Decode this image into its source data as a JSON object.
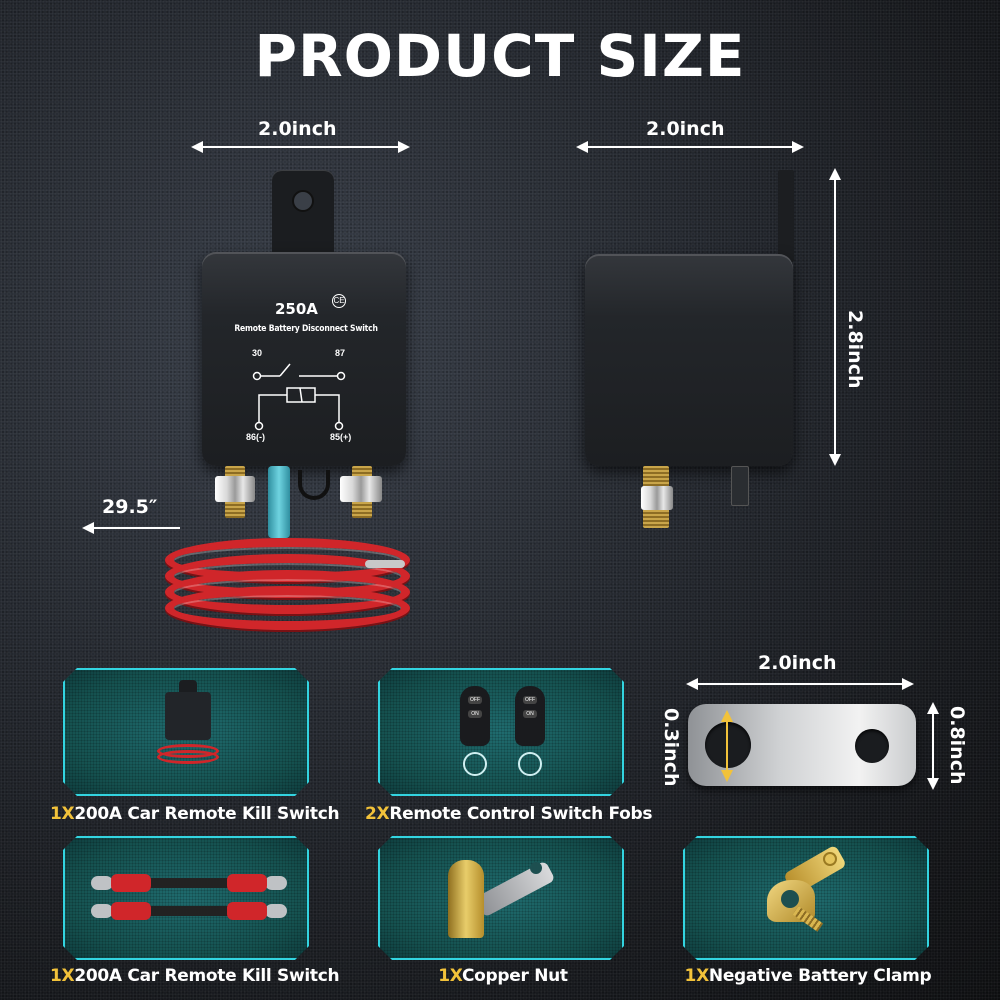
{
  "title": "PRODUCT SIZE",
  "colors": {
    "background": "#1f2227",
    "card_border": "#33d4e0",
    "card_fill": "#1a5e60",
    "quantity_accent": "#f2c23a",
    "cable_red": "#d0262a",
    "text": "#ffffff"
  },
  "front_view": {
    "width_label": "2.0inch",
    "relay": {
      "rating": "250A",
      "cert_mark": "CE",
      "name": "Remote Battery Disconnect Switch",
      "pins": {
        "top_left": "30",
        "top_right": "87",
        "bottom_left": "86(-)",
        "bottom_right": "85(+)"
      }
    },
    "cable_length_label": "29.5″"
  },
  "side_view": {
    "width_label": "2.0inch",
    "height_label": "2.8inch"
  },
  "copper_plate": {
    "length_label": "2.0inch",
    "hole_label": "0.3inch",
    "height_label": "0.8inch"
  },
  "items": [
    {
      "qty": "1X",
      "name": "200A Car Remote Kill Switch",
      "icon": "relay-with-cable"
    },
    {
      "qty": "2X",
      "name": "Remote Control Switch Fobs",
      "icon": "key-fob",
      "fob_buttons": [
        "OFF",
        "ON"
      ]
    },
    {
      "qty": "1X",
      "name": "200A Car Remote Kill Switch",
      "icon": "battery-cables"
    },
    {
      "qty": "1X",
      "name": "Copper Nut",
      "icon": "copper-nut"
    },
    {
      "qty": "1X",
      "name": "Negative Battery Clamp",
      "icon": "battery-clamp"
    }
  ]
}
